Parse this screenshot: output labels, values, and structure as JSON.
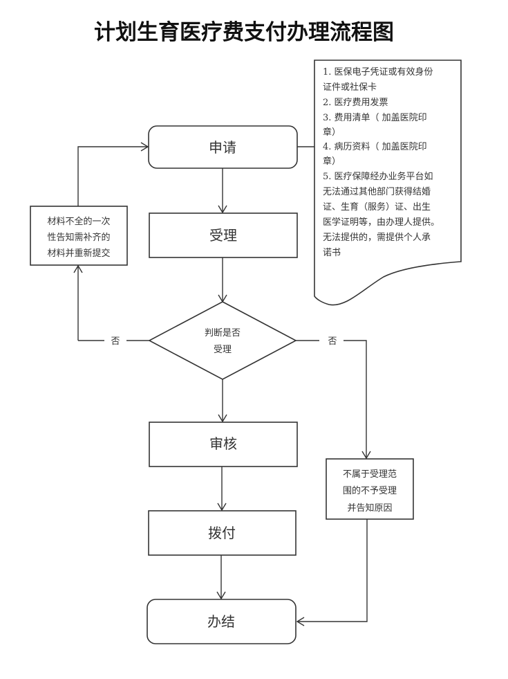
{
  "title": "计划生育医疗费支付办理流程图",
  "nodes": {
    "apply": "申请",
    "accept": "受理",
    "decision": [
      "判断是否",
      "受理"
    ],
    "review": "审核",
    "payment": "拨付",
    "complete": "办结",
    "incomplete_materials": [
      "材料不全的一次",
      "性告知需补齐的",
      "材料并重新提交"
    ],
    "not_in_scope": [
      "不属于受理范",
      "围的不予受理",
      "并告知原因"
    ]
  },
  "edge_labels": {
    "left_no": "否",
    "right_no": "否"
  },
  "required_documents": [
    "1. 医保电子凭证或有效身份",
    "证件或社保卡",
    "2.  医疗费用发票",
    "3.  费用清单（ 加盖医院印",
    "章）",
    "4.  病历资料（ 加盖医院印",
    "章）",
    "5. 医疗保障经办业务平台如",
    "无法通过其他部门获得结婚",
    "证、生育（服务）证、出生",
    "医学证明等，由办理人提供。",
    "无法提供的，需提供个人承",
    "诺书"
  ]
}
